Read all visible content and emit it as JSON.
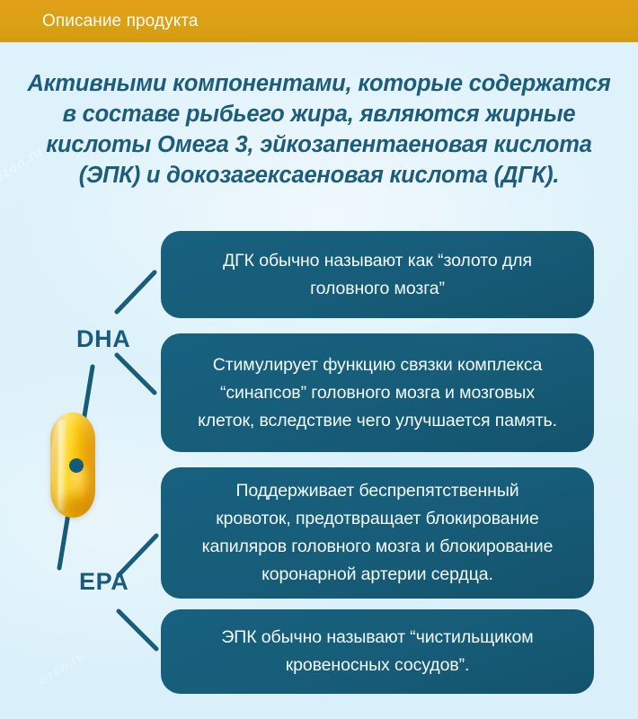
{
  "header": {
    "title": "Описание продукта",
    "bar_color": "#daa116",
    "text_color": "#fdfcf7"
  },
  "background": {
    "color": "#dcf1fa",
    "watermark_text": "ozon.ru"
  },
  "intro": {
    "lines": [
      "Активными компонентами, которые содержатся",
      "в составе рыбьего жира, являются жирные",
      "кислоты Омега 3, эйкозапентаеновая кислота",
      "(ЭПК) и докозагексаеновая кислота (ДГК)."
    ],
    "color": "#1d5c7a"
  },
  "diagram": {
    "capsule_label": "fish-oil-capsule",
    "node_color": "#145b77",
    "labels": [
      {
        "id": "dha",
        "text": "DHA"
      },
      {
        "id": "epa",
        "text": "EPA"
      }
    ]
  },
  "boxes": [
    {
      "id": "box-1",
      "group": "DHA",
      "lines": [
        "ДГК обычно называют как “золото для",
        "головного мозга”"
      ]
    },
    {
      "id": "box-2",
      "group": "DHA",
      "lines": [
        "Стимулирует функцию связки комплекса",
        "“синапсов” головного мозга и мозговых",
        "клеток, вследствие чего улучшается память."
      ]
    },
    {
      "id": "box-3",
      "group": "EPA",
      "lines": [
        "Поддерживает беспрепятственный",
        "кровоток, предотвращает блокирование",
        "капиляров головного мозга и блокирование",
        "коронарной артерии сердца."
      ]
    },
    {
      "id": "box-4",
      "group": "EPA",
      "lines": [
        "ЭПК обычно называют “чистильщиком",
        "кровеносных сосудов”."
      ]
    }
  ],
  "colors": {
    "box_fill": "#17607f",
    "box_text": "#f4fbfd",
    "accent_teal": "#1a5b7b",
    "capsule_gold": "#f5b606"
  }
}
